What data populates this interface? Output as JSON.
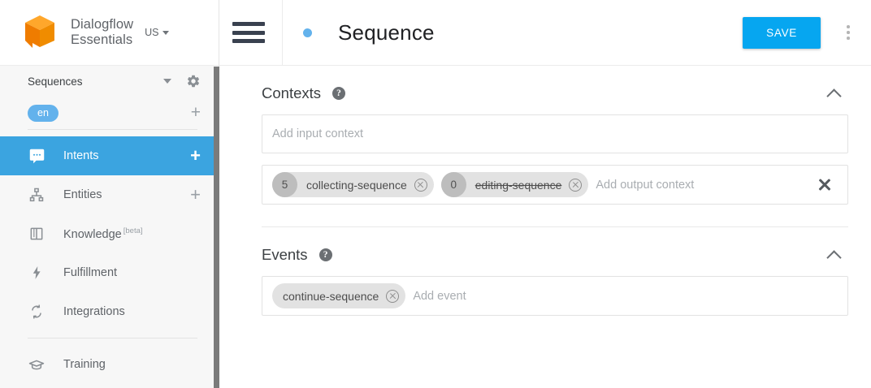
{
  "sidebar": {
    "brand": {
      "line1": "Dialogflow",
      "line2": "Essentials",
      "region": "US",
      "logo_icon": "dialogflow-cube-logo"
    },
    "agent": {
      "name": "Sequences",
      "dropdown_icon": "chevron-down-icon",
      "settings_icon": "gear-icon"
    },
    "language": {
      "code": "en",
      "add_label": "+"
    },
    "items": [
      {
        "label": "Intents",
        "icon": "chat-bubble-icon",
        "action": "+",
        "active": true
      },
      {
        "label": "Entities",
        "icon": "hierarchy-icon",
        "action": "+",
        "active": false
      },
      {
        "label": "Knowledge",
        "badge": "[beta]",
        "icon": "book-icon",
        "action": "",
        "active": false
      },
      {
        "label": "Fulfillment",
        "icon": "lightning-bolt-icon",
        "action": "",
        "active": false
      },
      {
        "label": "Integrations",
        "icon": "sync-arrows-icon",
        "action": "",
        "active": false
      },
      {
        "label": "Training",
        "icon": "graduation-cap-icon",
        "action": "",
        "active": false
      }
    ]
  },
  "topbar": {
    "menu_icon": "hamburger-menu-icon",
    "status_dot": "status-dot",
    "title": "Sequence",
    "save_label": "SAVE",
    "more_icon": "kebab-menu-icon"
  },
  "sections": {
    "contexts": {
      "title": "Contexts",
      "help_icon": "help-circle-icon",
      "collapse_icon": "chevron-up-icon",
      "input_placeholder": "Add input context",
      "output_placeholder": "Add output context",
      "clear_icon": "clear-all-icon",
      "output_chips": [
        {
          "lifespan": "5",
          "name": "collecting-sequence",
          "struck": false,
          "remove_icon": "chip-remove-icon"
        },
        {
          "lifespan": "0",
          "name": "editing-sequence",
          "struck": true,
          "remove_icon": "chip-remove-icon"
        }
      ]
    },
    "events": {
      "title": "Events",
      "help_icon": "help-circle-icon",
      "collapse_icon": "chevron-up-icon",
      "placeholder": "Add event",
      "chips": [
        {
          "name": "continue-sequence",
          "remove_icon": "chip-remove-icon"
        }
      ]
    }
  },
  "colors": {
    "sidebar_active": "#3ba4e0",
    "save_button": "#06a6f0",
    "lang_pill": "#63b2ec",
    "logo_orange": "#f08000",
    "logo_orange_light": "#ffa72b"
  }
}
